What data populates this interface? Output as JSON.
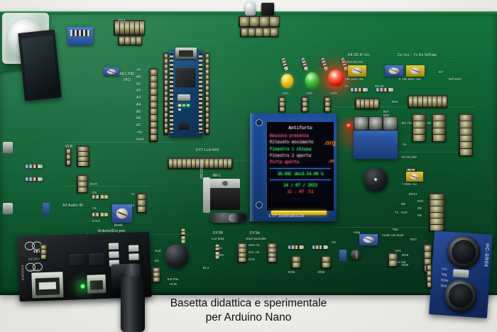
{
  "photo": {
    "subject": "Arduino Nano experimenter training board",
    "caption_line1": "Basetta didattica e sperimentale",
    "caption_line2": "per Arduino Nano"
  },
  "lcd": {
    "title": "Antifurto",
    "rows": [
      {
        "text": "Nessuna presenza",
        "color": "#d94f6a"
      },
      {
        "text": "Rilevato movimento",
        "color": "#c9a6b4"
      },
      {
        "text": "Finestra 1 chiusa",
        "color": "#35e06a"
      },
      {
        "text": "Finestra 2 aperta",
        "color": "#c9a6b4"
      },
      {
        "text": "Porta aperta",
        "color": "#d94f6a"
      }
    ],
    "env_line": "30.00C Umid.54.00 %",
    "date_line": "14  / 07  / 2023",
    "time_line": "11  :  07    :51",
    "module_label": "1.77\" 160(RGB)x128",
    "bg_color": "#05060f",
    "accent_color": "#2e6fd8"
  },
  "modules": {
    "pir": "PIR motion sensor",
    "nano": "Arduino Nano",
    "relay": "Relay module",
    "ultrasonic": "HC-SR04",
    "power": "Breadboard power supply",
    "mosfet": "IRFZ20PBF",
    "buzzer": "Buzzer"
  },
  "silkscreen": {
    "analog_pins": [
      "+5",
      "A0",
      "A1",
      "A2",
      "A3",
      "A4",
      "A5",
      "A6",
      "A7",
      "+5v",
      "Gnd"
    ],
    "labels": [
      "D2 AD1 PIR",
      "(A1)",
      "DY1",
      "DY2",
      "Lcd I602",
      "MF1",
      "IRFZ20PBF",
      "DY3B",
      "Lcd I602",
      "DY3A",
      "Oled Ssd1306",
      "Arduino/Ext pwr.",
      "level",
      "Ext Pwr",
      "+6.9v",
      "D4  D5   R  Vcc",
      "DY2  R1  D9",
      "+3v LD4 +5v",
      "Cn Vcc -  Tx  Rx  St/Fpw",
      "# +3v DG3 +5v",
      "Ref DG3",
      "D4  Rx  D9*",
      "Tx + D10",
      "+ D06 +5v",
      "D8",
      "D9",
      "D10",
      "DG12",
      "DG7",
      "DG8",
      "DG9",
      "TM5",
      "Audio out level",
      "Audio out",
      "AO1",
      "A3  Audio IN",
      "VLR",
      "C5",
      "C6",
      "0.1uf",
      "R5  1K",
      "R53",
      "Ref D04",
      "DL3",
      "Vcc",
      "SDA",
      "SCL",
      "Gnd",
      "Vcc",
      "Trig",
      "Echo",
      "Gnd"
    ]
  },
  "leds": [
    {
      "name": "led-yellow",
      "color": "#e8c21a",
      "state": "off"
    },
    {
      "name": "led-green",
      "color": "#36c940",
      "state": "off"
    },
    {
      "name": "led-red",
      "color": "#e01806",
      "state": "on"
    },
    {
      "name": "led-red-small",
      "color": "#ff2a12",
      "state": "on"
    },
    {
      "name": "led-power-green",
      "color": "#49ff58",
      "state": "on"
    }
  ],
  "colors": {
    "pcb_green": "#0b5f30",
    "nano_blue": "#14416d",
    "backdrop": "#eeeeec",
    "caption_text": "#0d0d0d"
  }
}
